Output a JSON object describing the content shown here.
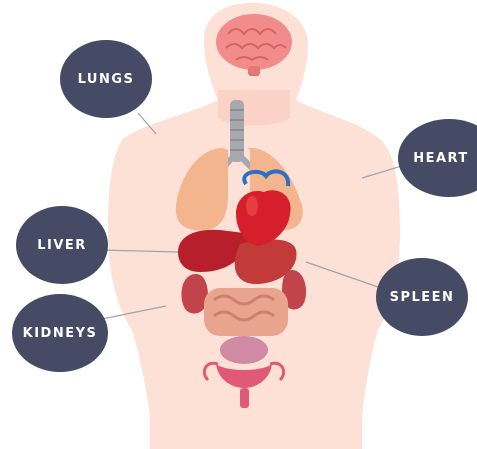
{
  "labels": {
    "lungs": "LUNGS",
    "heart": "HEART",
    "liver": "LIVER",
    "spleen": "SPLEEN",
    "kidneys": "KIDNEYS"
  },
  "colors": {
    "label_bubble": "#454a65",
    "label_text": "#ffffff",
    "body_silhouette": "#fde0d6",
    "connector_line": "#9ea3ad",
    "heart": "#d61f2a",
    "liver": "#b7202b",
    "lungs": "#f2b58e",
    "brain": "#f28c8a",
    "intestines": "#e9a48f"
  }
}
